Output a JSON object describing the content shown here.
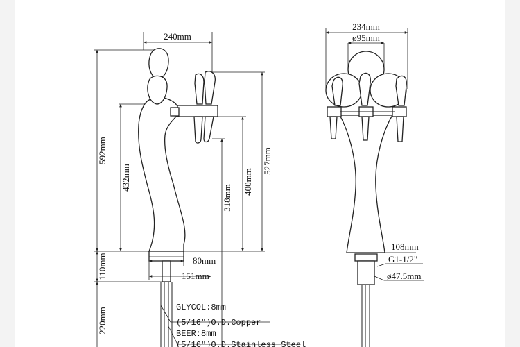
{
  "side_view": {
    "dim_width": "240mm",
    "dim_total_height": "592mm",
    "dim_432": "432mm",
    "dim_318": "318mm",
    "dim_400": "400mm",
    "dim_527": "527mm",
    "dim_110": "110mm",
    "dim_220": "220mm",
    "dim_80": "80mm",
    "dim_151": "151mm"
  },
  "front_view": {
    "dim_width": "234mm",
    "dim_diameter_top": "ø95mm",
    "dim_108": "108mm",
    "thread": "G1-1/2\"",
    "dim_base_diameter": "ø47.5mm"
  },
  "notes": {
    "glycol": "GLYCOL:8mm",
    "glycol_tube": "(5/16\")O.D.Copper",
    "beer": "BEER:8mm",
    "beer_tube": "(5/16\")O.D.Stainless Steel"
  }
}
